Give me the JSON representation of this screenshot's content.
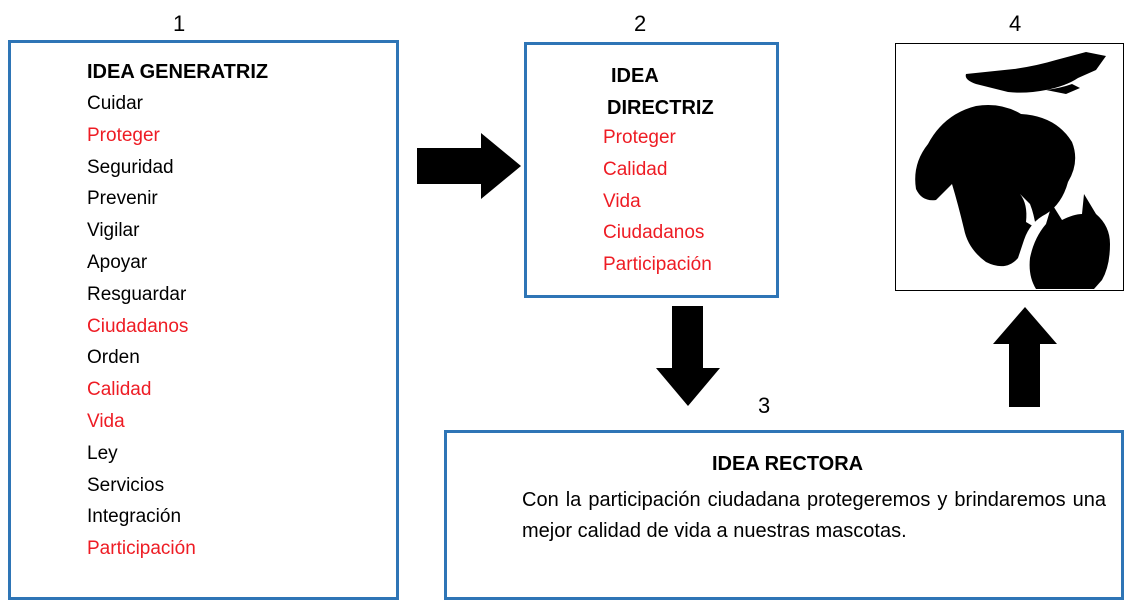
{
  "labels": {
    "n1": "1",
    "n2": "2",
    "n3": "3",
    "n4": "4"
  },
  "generatriz": {
    "title": "IDEA GENERATRIZ",
    "words": [
      {
        "text": "Cuidar",
        "highlight": false
      },
      {
        "text": "Proteger",
        "highlight": true
      },
      {
        "text": "Seguridad",
        "highlight": false
      },
      {
        "text": "Prevenir",
        "highlight": false
      },
      {
        "text": "Vigilar",
        "highlight": false
      },
      {
        "text": "Apoyar",
        "highlight": false
      },
      {
        "text": "Resguardar",
        "highlight": false
      },
      {
        "text": "Ciudadanos",
        "highlight": true
      },
      {
        "text": "Orden",
        "highlight": false
      },
      {
        "text": "Calidad",
        "highlight": true
      },
      {
        "text": "Vida",
        "highlight": true
      },
      {
        "text": "Ley",
        "highlight": false
      },
      {
        "text": "Servicios",
        "highlight": false
      },
      {
        "text": "Integración",
        "highlight": false
      },
      {
        "text": "Participación",
        "highlight": true
      }
    ]
  },
  "directriz": {
    "title_line1": "IDEA",
    "title_line2": "DIRECTRIZ",
    "words": [
      "Proteger",
      "Calidad",
      "Vida",
      "Ciudadanos",
      "Participación"
    ]
  },
  "rectora": {
    "title": "IDEA RECTORA",
    "text": "Con la participación ciudadana protegeremos y brindaremos una mejor calidad de vida a nuestras mascotas."
  },
  "colors": {
    "border": "#2e75b6",
    "highlight": "#ee1c24"
  },
  "image": {
    "description_icon": "hand-over-dog-and-cat-silhouette-icon"
  }
}
